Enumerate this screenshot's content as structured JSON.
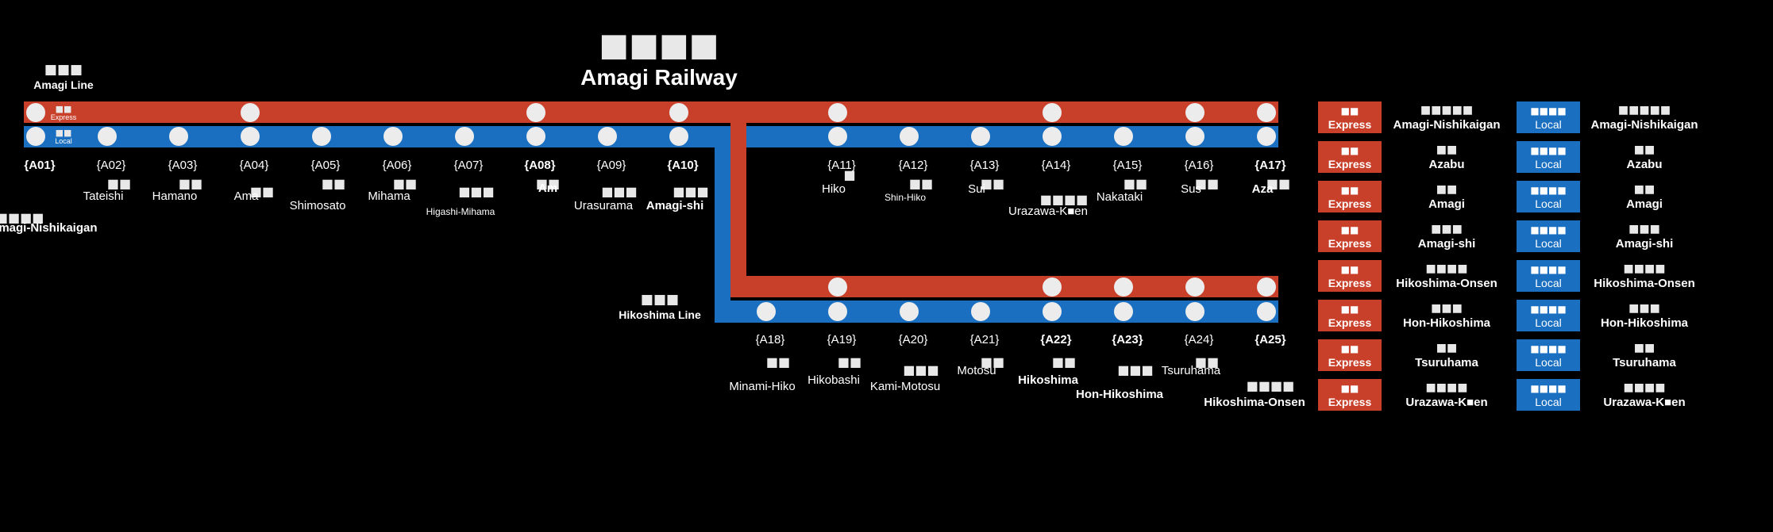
{
  "title": {
    "jp": "■■■■",
    "en": "Amagi Railway"
  },
  "colors": {
    "express": "#c8402a",
    "local": "#1a6fc0",
    "station": "#ececec",
    "background": "#000000"
  },
  "lines": {
    "amagi": {
      "jp": "■■■",
      "en": "Amagi Line"
    },
    "hikoshima": {
      "jp": "■■■",
      "en": "Hikoshima Line"
    }
  },
  "band_labels": {
    "express": {
      "jp": "■■",
      "en": "Express"
    },
    "local": {
      "jp": "■■",
      "en": "Local"
    }
  },
  "stations": {
    "upper": [
      {
        "code": "{A01}",
        "jp": "■■■■■■",
        "en": "Amagi-Nishikaigan",
        "bold": true,
        "express": true
      },
      {
        "code": "{A02}",
        "jp": "■■",
        "en": "Tateishi",
        "bold": false,
        "express": false
      },
      {
        "code": "{A03}",
        "jp": "■■",
        "en": "Hamano",
        "bold": false,
        "express": false
      },
      {
        "code": "{A04}",
        "jp": "■■",
        "en": "Ama",
        "bold": false,
        "express": true
      },
      {
        "code": "{A05}",
        "jp": "■■",
        "en": "Shimosato",
        "bold": false,
        "express": false
      },
      {
        "code": "{A06}",
        "jp": "■■",
        "en": "Mihama",
        "bold": false,
        "express": false
      },
      {
        "code": "{A07}",
        "jp": "■■■",
        "en": "Higashi-Mihama",
        "bold": false,
        "express": false
      },
      {
        "code": "{A08}",
        "jp": "■■",
        "en": "Am",
        "bold": true,
        "express": true
      },
      {
        "code": "{A09}",
        "jp": "■■■",
        "en": "Urasurama",
        "bold": false,
        "express": false
      },
      {
        "code": "{A10}",
        "jp": "■■■",
        "en": "Amagi-shi",
        "bold": true,
        "express": true
      },
      {
        "code": "{A11}",
        "jp": "■",
        "en": "Hiko",
        "bold": false,
        "express": true
      },
      {
        "code": "{A12}",
        "jp": "■■",
        "en": "Shin-Hiko",
        "bold": false,
        "express": false
      },
      {
        "code": "{A13}",
        "jp": "■■",
        "en": "Sui",
        "bold": false,
        "express": false
      },
      {
        "code": "{A14}",
        "jp": "■■■■",
        "en": "Urazawa-K■en",
        "bold": false,
        "express": true
      },
      {
        "code": "{A15}",
        "jp": "■■",
        "en": "Nakataki",
        "bold": false,
        "express": false
      },
      {
        "code": "{A16}",
        "jp": "■■",
        "en": "Sus",
        "bold": false,
        "express": true
      },
      {
        "code": "{A17}",
        "jp": "■■",
        "en": "Aza",
        "bold": true,
        "express": true
      }
    ],
    "lower": [
      {
        "code": "{A18}",
        "jp": "■■",
        "en": "Minami-Hiko",
        "bold": false,
        "express": false
      },
      {
        "code": "{A19}",
        "jp": "■■",
        "en": "Hikobashi",
        "bold": false,
        "express": true
      },
      {
        "code": "{A20}",
        "jp": "■■■",
        "en": "Kami-Motosu",
        "bold": false,
        "express": false
      },
      {
        "code": "{A21}",
        "jp": "■■",
        "en": "Motosu",
        "bold": false,
        "express": false
      },
      {
        "code": "{A22}",
        "jp": "■■",
        "en": "Hikoshima",
        "bold": true,
        "express": true
      },
      {
        "code": "{A23}",
        "jp": "■■■",
        "en": "Hon-Hikoshima",
        "bold": true,
        "express": true
      },
      {
        "code": "{A24}",
        "jp": "■■",
        "en": "Tsuruhama",
        "bold": false,
        "express": true
      },
      {
        "code": "{A25}",
        "jp": "■■■■",
        "en": "Hikoshima-Onsen",
        "bold": true,
        "express": true
      }
    ]
  },
  "destinations": [
    {
      "jp": "■■■■■",
      "en": "Amagi-Nishikaigan"
    },
    {
      "jp": "■■",
      "en": "Azabu"
    },
    {
      "jp": "■■",
      "en": "Amagi"
    },
    {
      "jp": "■■■",
      "en": "Amagi-shi"
    },
    {
      "jp": "■■■■",
      "en": "Hikoshima-Onsen"
    },
    {
      "jp": "■■■",
      "en": "Hon-Hikoshima"
    },
    {
      "jp": "■■",
      "en": "Tsuruhama"
    },
    {
      "jp": "■■■■",
      "en": "Urazawa-K■en"
    }
  ],
  "dest_types": {
    "express": {
      "jp": "■■",
      "en": "Express"
    },
    "local": {
      "jp": "■■■■",
      "en": "Local"
    }
  }
}
